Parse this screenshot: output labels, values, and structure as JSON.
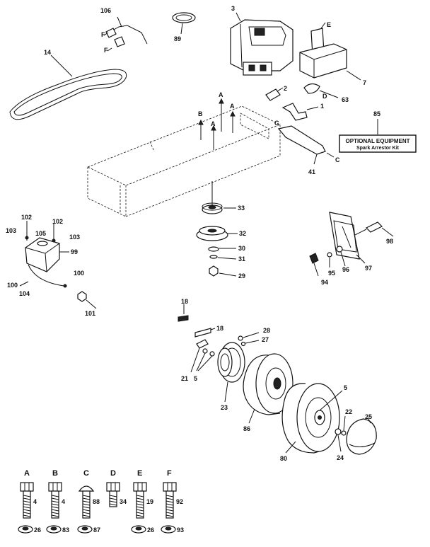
{
  "callouts": {
    "c106": "106",
    "c89": "89",
    "c3": "3",
    "cE": "E",
    "c7": "7",
    "c14": "14",
    "cF1": "F",
    "cF2": "F",
    "c2": "2",
    "cD": "D",
    "c63": "63",
    "c1": "1",
    "c85": "85",
    "cA1": "A",
    "cA2": "A",
    "cA3": "A",
    "cB": "B",
    "cC1": "C",
    "cC2": "C",
    "c41": "41",
    "c33": "33",
    "c32": "32",
    "c30": "30",
    "c31": "31",
    "c29": "29",
    "c102a": "102",
    "c102b": "102",
    "c103a": "103",
    "c103b": "103",
    "c105": "105",
    "c99": "99",
    "c100a": "100",
    "c100b": "100",
    "c104": "104",
    "c101": "101",
    "c98": "98",
    "c97": "97",
    "c96": "96",
    "c95": "95",
    "c94": "94",
    "c18a": "18",
    "c18b": "18",
    "c28": "28",
    "c27": "27",
    "c21": "21",
    "c5a": "5",
    "c23": "23",
    "c86": "86",
    "c5b": "5",
    "c22": "22",
    "c25": "25",
    "c24": "24",
    "c80": "80"
  },
  "optional": {
    "title": "OPTIONAL EQUIPMENT",
    "subtitle": "Spark Arrestor Kit"
  },
  "hardware": [
    {
      "letter": "A",
      "bolt": "4",
      "nut": "26"
    },
    {
      "letter": "B",
      "bolt": "4",
      "nut": "83"
    },
    {
      "letter": "C",
      "bolt": "88",
      "nut": "87"
    },
    {
      "letter": "D",
      "bolt": "34",
      "nut": ""
    },
    {
      "letter": "E",
      "bolt": "19",
      "nut": "26"
    },
    {
      "letter": "F",
      "bolt": "92",
      "nut": "93"
    }
  ]
}
